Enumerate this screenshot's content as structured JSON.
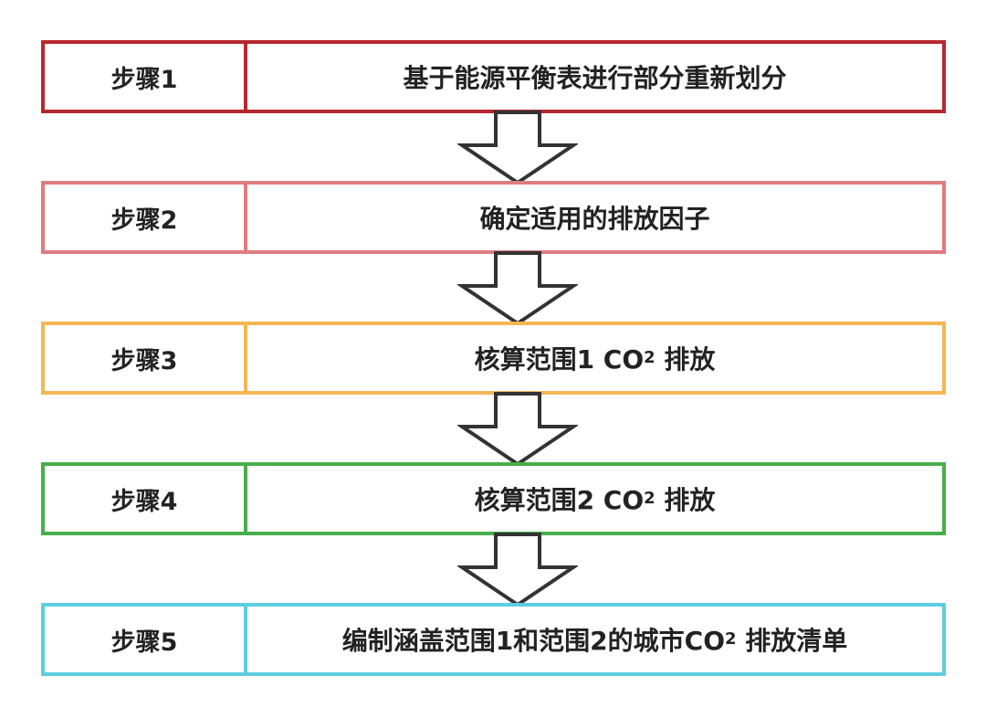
{
  "steps": [
    {
      "label": "步骤1",
      "text_before": "基于能源平衡表进行部分重新划分",
      "subscript": "",
      "text_after": "",
      "color": "#b5282e"
    },
    {
      "label": "步骤2",
      "text_before": "确定适用的排放因子",
      "subscript": "",
      "text_after": "",
      "color": "#de7c80"
    },
    {
      "label": "步骤3",
      "text_before": "核算范围1 CO",
      "subscript": "2",
      "text_after": " 排放",
      "color": "#f4b655"
    },
    {
      "label": "步骤4",
      "text_before": "核算范围2 CO",
      "subscript": "2",
      "text_after": " 排放",
      "color": "#48ad4c"
    },
    {
      "label": "步骤5",
      "text_before": "编制涵盖范围1和范围2的城市CO",
      "subscript": "2",
      "text_after": " 排放清单",
      "color": "#5fcde0"
    }
  ],
  "arrow_icon": "down-arrow-icon",
  "arrow_color": "#333333"
}
